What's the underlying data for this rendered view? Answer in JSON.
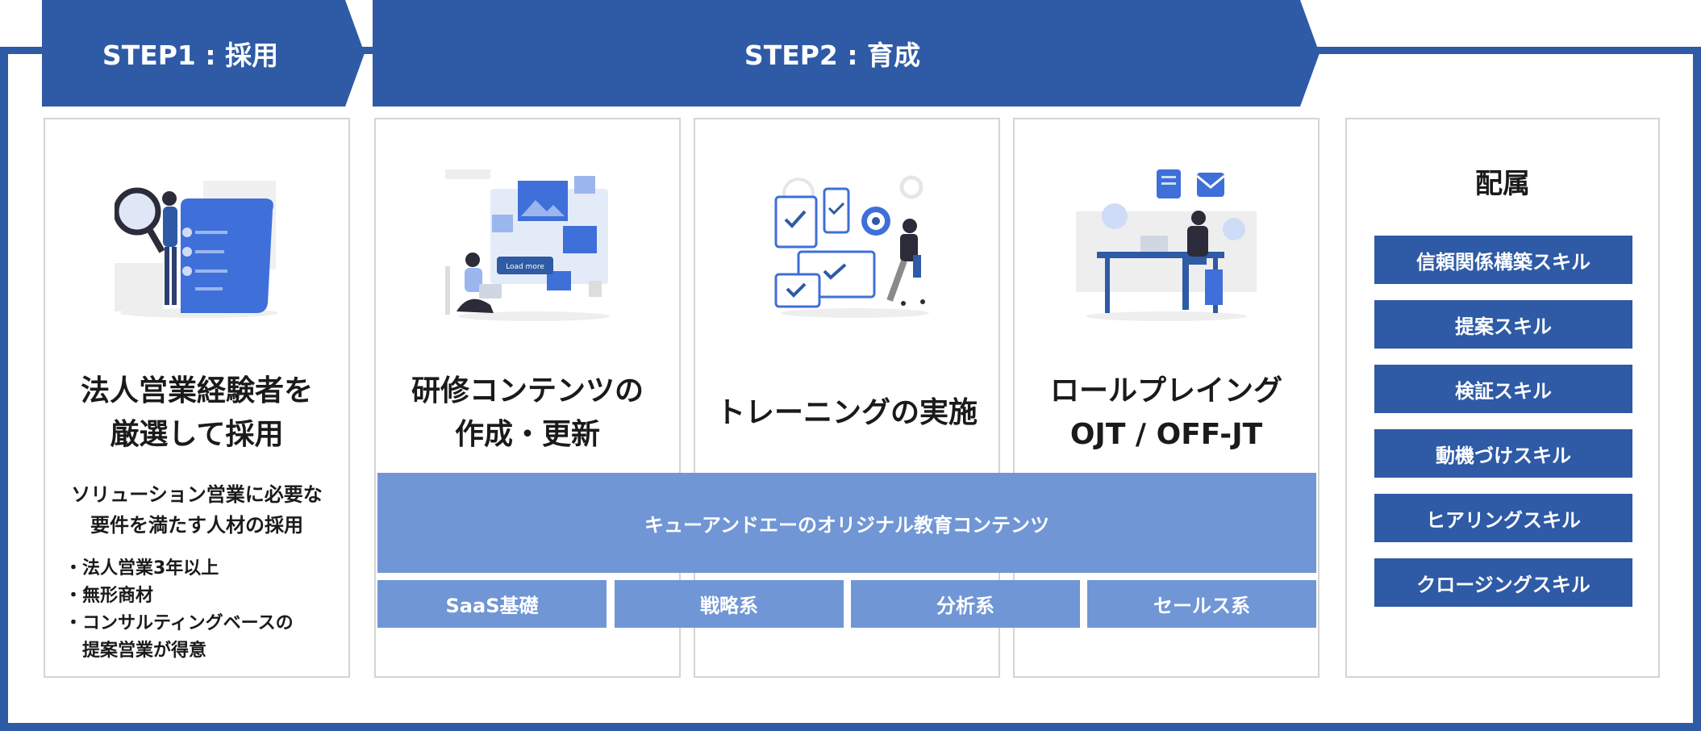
{
  "steps": {
    "step1": "STEP1 : 採用",
    "step2": "STEP2 : 育成"
  },
  "recruit": {
    "title_line1": "法人営業経験者を",
    "title_line2": "厳選して採用",
    "desc_line1": "ソリューション営業に必要な",
    "desc_line2": "要件を満たす人材の採用",
    "bullet_mark": "・",
    "bullets": [
      "法人営業3年以上",
      "無形商材",
      "コンサルティングベースの",
      "提案営業が得意"
    ]
  },
  "training": {
    "card1_line1": "研修コンテンツの",
    "card1_line2": "作成・更新",
    "card2_line1": "トレーニングの実施",
    "card3_line1": "ロールプレイング",
    "card3_line2": "OJT / OFF-JT",
    "illus_button": "Load more",
    "content_band": "キューアンドエーのオリジナル教育コンテンツ",
    "sub_boxes": [
      "SaaS基礎",
      "戦略系",
      "分析系",
      "セールス系"
    ]
  },
  "assignment": {
    "title": "配属",
    "skills": [
      "信頼関係構築スキル",
      "提案スキル",
      "検証スキル",
      "動機づけスキル",
      "ヒアリングスキル",
      "クロージングスキル"
    ]
  },
  "colors": {
    "primary": "#2e5aa6",
    "light": "#7096d5",
    "border": "#d4d4d4"
  }
}
